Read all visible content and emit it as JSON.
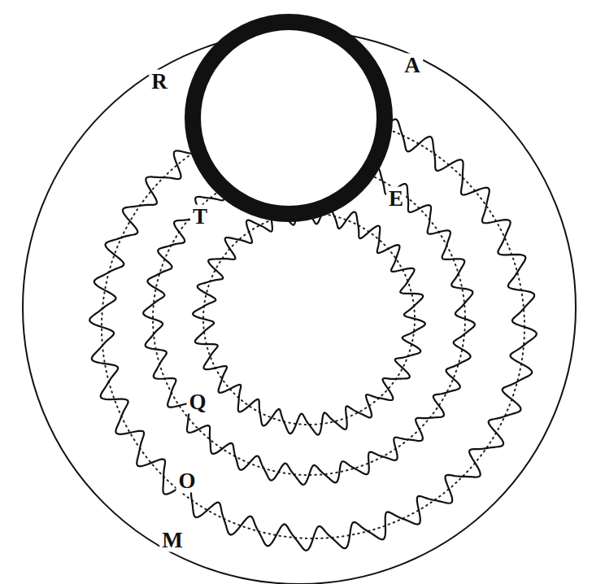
{
  "diagram": {
    "labels": [
      "R",
      "A",
      "T",
      "E",
      "Q",
      "O",
      "M"
    ]
  }
}
